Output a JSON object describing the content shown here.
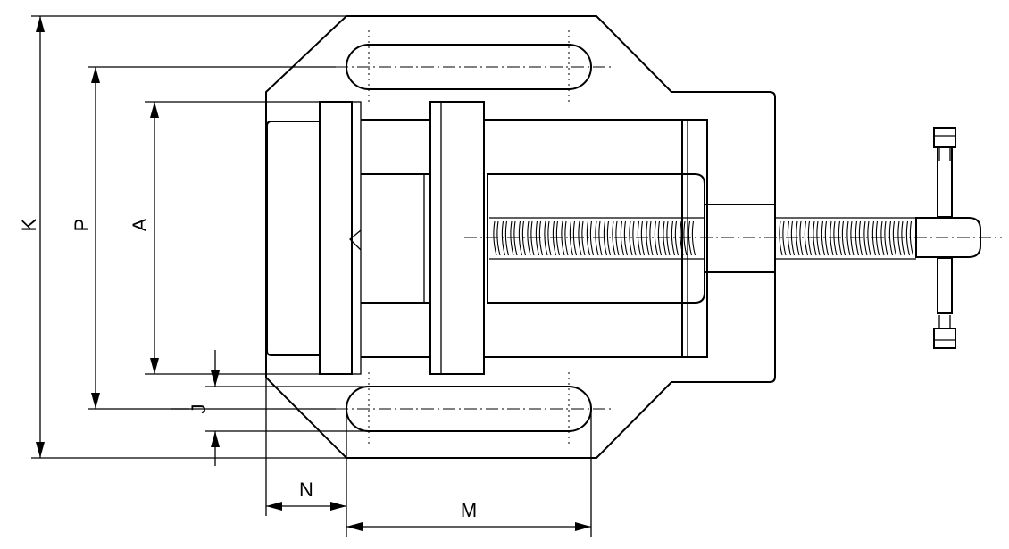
{
  "diagram": {
    "dimensions": {
      "k": "K",
      "p": "P",
      "a": "A",
      "j": "J",
      "n": "N",
      "m": "M"
    }
  }
}
